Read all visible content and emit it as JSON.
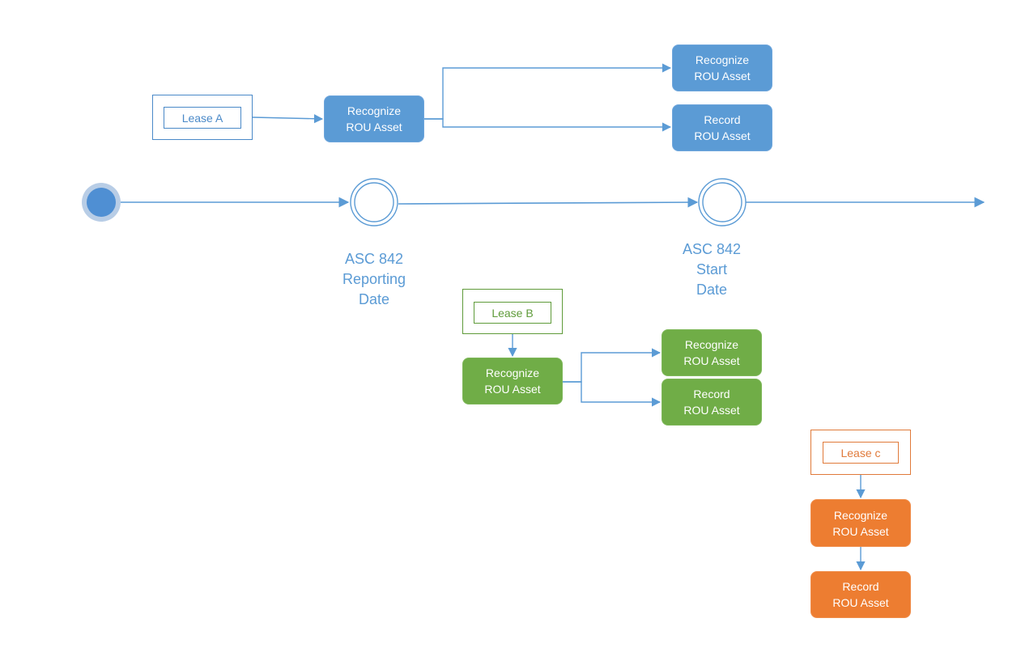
{
  "colors": {
    "blue": "#5b9bd5",
    "green": "#70ad47",
    "orange": "#ed7d31",
    "line": "#5b9bd5"
  },
  "timeline": {
    "milestones": [
      {
        "label": "ASC 842\nReporting\nDate"
      },
      {
        "label": "ASC 842\nStart\nDate"
      }
    ]
  },
  "lease_a": {
    "label": "Lease A",
    "task": "Recognize\nROU Asset",
    "outcome_1": "Recognize\nROU Asset",
    "outcome_2": "Record\nROU Asset"
  },
  "lease_b": {
    "label": "Lease B",
    "task": "Recognize\nROU Asset",
    "outcome_1": "Recognize\nROU Asset",
    "outcome_2": "Record\nROU Asset"
  },
  "lease_c": {
    "label": "Lease c",
    "task": "Recognize\nROU Asset",
    "outcome_1": "Record\nROU Asset"
  }
}
